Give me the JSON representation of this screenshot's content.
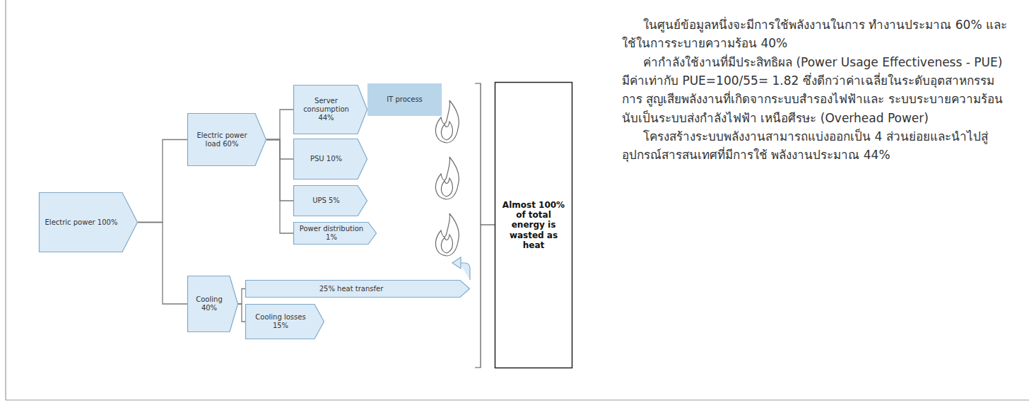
{
  "diagram": {
    "nodes": [
      {
        "text": [
          "Electric power 100%"
        ]
      },
      {
        "text": [
          "Electric power load 60%"
        ]
      },
      {
        "text": [
          "Server consumption 44%"
        ]
      },
      {
        "text": [
          "IT process"
        ]
      },
      {
        "text": [
          "PSU 10%"
        ]
      },
      {
        "text": [
          "UPS 5%"
        ]
      },
      {
        "text": [
          "Power distribution 1%"
        ]
      },
      {
        "text": [
          "Cooling 40%"
        ]
      },
      {
        "text": [
          "25% heat transfer"
        ]
      },
      {
        "text": [
          "Cooling losses 15%"
        ]
      },
      {
        "text": [
          "Almost 100% of total energy is wasted as heat"
        ]
      }
    ],
    "edges": [
      {
        "from": 0,
        "to": 1,
        "arrow": "none"
      },
      {
        "from": 0,
        "to": 7,
        "arrow": "none"
      },
      {
        "from": 1,
        "to": 2,
        "arrow": "none"
      },
      {
        "from": 1,
        "to": 4,
        "arrow": "none"
      },
      {
        "from": 1,
        "to": 5,
        "arrow": "none"
      },
      {
        "from": 1,
        "to": 6,
        "arrow": "none"
      },
      {
        "from": 7,
        "to": 8,
        "arrow": "none"
      },
      {
        "from": 7,
        "to": 9,
        "arrow": "none"
      }
    ],
    "labels": [
      "ในศูนย์ข้อมูลหนึ่งจะมีการใช้พลังงานในการ ทำงานประมาณ 60% และใช้ในการระบายความร้อน 40%",
      "ค่ากำลังใช้งานที่มีประสิทธิผล (Power Usage Effectiveness - PUE) มีค่าเท่ากับ PUE=100/55= 1.82 ซึ่งดีกว่าค่าเฉลี่ยในระดับอุตสาหกรรม การ สูญเสียพลังงานที่เกิดจากระบบสำรองไฟฟ้าและ ระบบระบายความร้อน นับเป็นระบบส่งกำลังไฟฟ้า เหนือศีรษะ (Overhead Power)",
      "โครงสร้างระบบพลังงานสามารถแบ่งออกเป็น 4 ส่วนย่อยและนำไปสู่อุปกรณ์สารสนเทศที่มีการใช้ พลังงานประมาณ 44%"
    ]
  }
}
